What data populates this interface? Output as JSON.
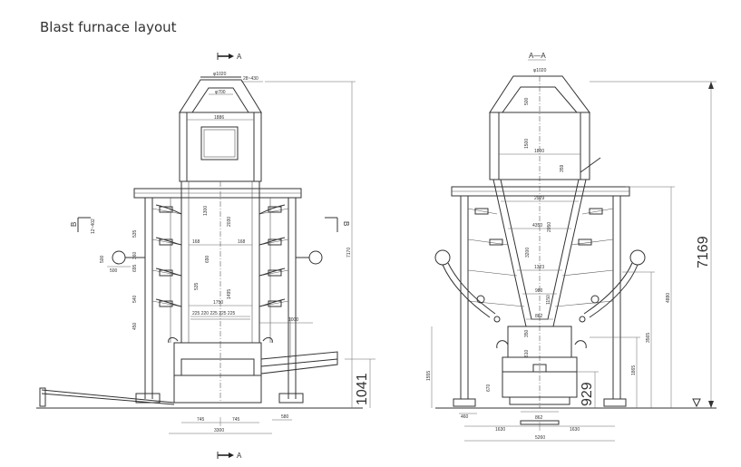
{
  "title": "Blast furnace layout",
  "section_labels": {
    "top_a": "A",
    "bottom_a": "A",
    "section_aa": "A—A",
    "left_b": "B",
    "right_b": "B"
  },
  "left_view": {
    "dims": {
      "top_dia": "φ1020",
      "top_side": "28~430",
      "top_inner": "φ700",
      "upper_width": "1886",
      "ring": "12~402",
      "h_1300": "1300",
      "h_2030": "2030",
      "h_690": "690",
      "h_535": "535",
      "h_1495": "1495",
      "w_168a": "168",
      "w_168b": "168",
      "w_1750": "1750",
      "w_500": "500",
      "h_500": "500",
      "h_7170": "7170",
      "offset_1000": "1000",
      "tuyere_row": "225 220 225 225 225",
      "h_1041": "1041",
      "w_745a": "745",
      "w_745b": "745",
      "w_580": "580",
      "w_3300": "3300",
      "side_535": "535",
      "side_695": "695",
      "side_360": "360",
      "side_540": "540",
      "side_450": "450"
    }
  },
  "right_view": {
    "dims": {
      "top_dia": "φ1020",
      "h_500": "500",
      "h_1500": "1500",
      "w_1800": "1800",
      "h_359": "359",
      "w_2929": "2929",
      "w_4350": "4350",
      "h_2050": "2050",
      "h_3200": "3200",
      "w_1323": "1323",
      "w_980": "980",
      "w_1150": "1150",
      "w_882": "882",
      "h_350": "350",
      "h_610": "610",
      "h_670": "670",
      "h_1555": "1555",
      "h_1865": "1865",
      "h_3565": "3565",
      "h_4880": "4880",
      "h_929": "929",
      "h_7169": "7169",
      "w_460": "460",
      "w_1630a": "1630",
      "w_862": "862",
      "w_1630b": "1630",
      "w_5260": "5260"
    }
  }
}
